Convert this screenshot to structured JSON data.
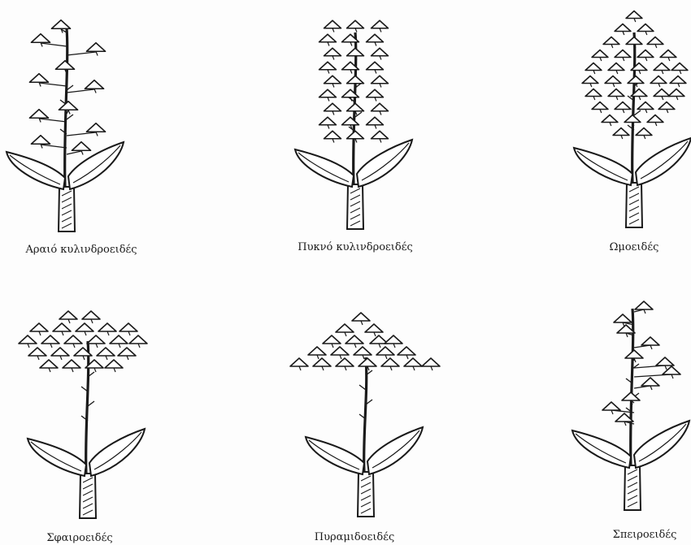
{
  "figures": [
    {
      "id": "sparse-cylindrical",
      "label": "Αραιό κυλινδροειδές"
    },
    {
      "id": "dense-cylindrical",
      "label": "Πυκνό κυλινδροειδές"
    },
    {
      "id": "ovoid",
      "label": "Ωμοειδές"
    },
    {
      "id": "spherical",
      "label": "Σφαιροειδές"
    },
    {
      "id": "pyramidal",
      "label": "Πυραμιδοειδές"
    },
    {
      "id": "spiral",
      "label": "Σπειροειδές"
    }
  ],
  "colors": {
    "ink": "#1a1a1a",
    "paper": "#fdfdfd"
  }
}
